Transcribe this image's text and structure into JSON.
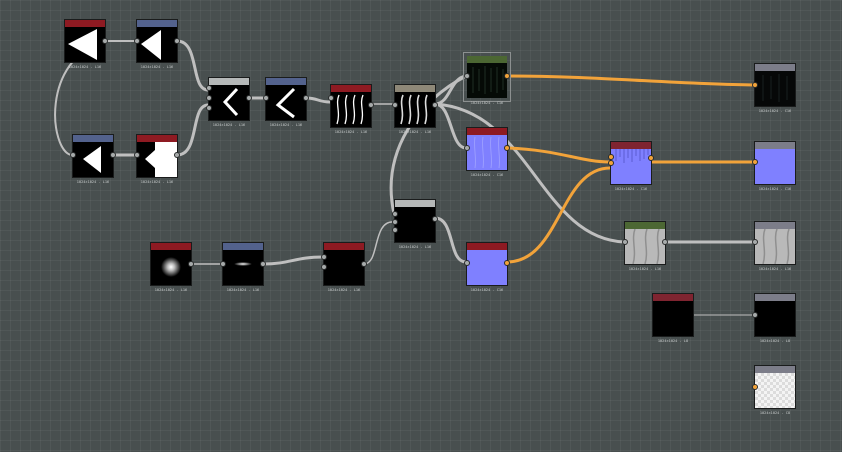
{
  "graph": {
    "label_color": "#c9cdcd",
    "colors": {
      "wire_gray": "#bfbfbf",
      "wire_orange": "#f2a33a",
      "header_red": "#8e1a22",
      "header_blue": "#53628d",
      "header_gray": "#b5b8b8",
      "header_green": "#4c6733",
      "preview_blue": "#7f80ff"
    },
    "nodes": [
      {
        "id": "n1",
        "label": "1024×1024 - L16"
      },
      {
        "id": "n2",
        "label": "1024×1024 - L16"
      },
      {
        "id": "n3",
        "label": "1024×1024 - L16"
      },
      {
        "id": "n4",
        "label": "1024×1024 - L16"
      },
      {
        "id": "n5",
        "label": "1024×1024 - L16"
      },
      {
        "id": "n6",
        "label": "1024×1024 - L16"
      },
      {
        "id": "n7",
        "label": "1024×1024 - L16"
      },
      {
        "id": "n8",
        "label": "1024×1024 - L16"
      },
      {
        "id": "n9",
        "label": "1024×1024 - C16"
      },
      {
        "id": "n10",
        "label": "1024×1024 - C16"
      },
      {
        "id": "n11",
        "label": "1024×1024 - L16"
      },
      {
        "id": "n12",
        "label": "1024×1024 - L16"
      },
      {
        "id": "n13",
        "label": "1024×1024 - L16"
      },
      {
        "id": "n14",
        "label": "1024×1024 - L16"
      },
      {
        "id": "n15",
        "label": "1024×1024 - C16"
      },
      {
        "id": "n16",
        "label": "1024×1024 - C16"
      },
      {
        "id": "n17",
        "label": "1024×1024 - L16"
      },
      {
        "id": "n18",
        "label": "1024×1024 - L8"
      },
      {
        "id": "n19",
        "label": "1024×1024 - C16"
      },
      {
        "id": "n20",
        "label": "1024×1024 - C16"
      },
      {
        "id": "n21",
        "label": "1024×1024 - L16"
      },
      {
        "id": "n22",
        "label": "1024×1024 - L8"
      },
      {
        "id": "n23",
        "label": "1024×1024 - C8"
      }
    ]
  }
}
